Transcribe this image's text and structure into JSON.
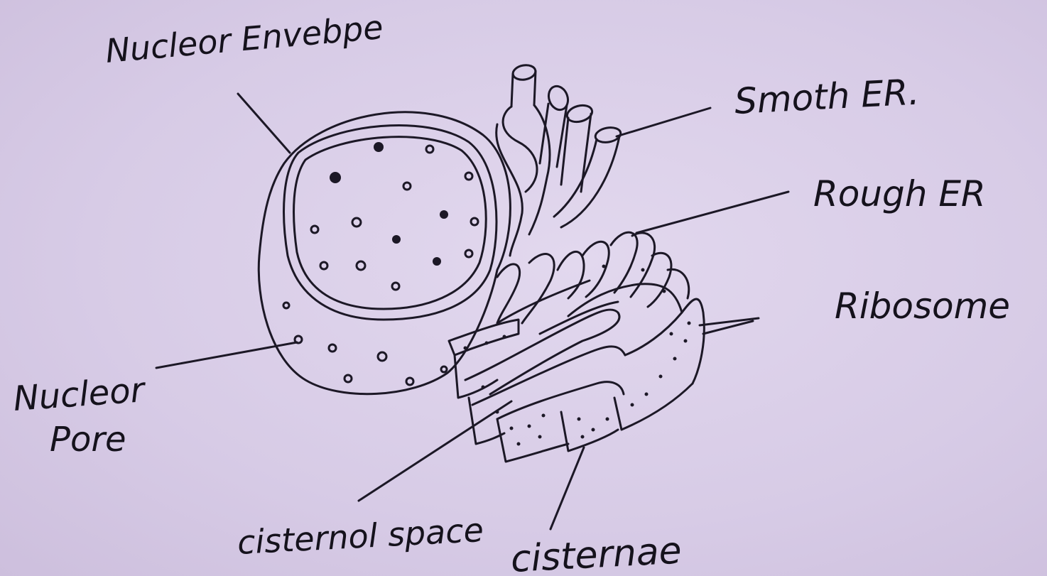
{
  "diagram": {
    "labels": {
      "nuclear_envelope": "Nucleor Envebpe",
      "smooth_er": "Smoth ER.",
      "rough_er": "Rough ER",
      "ribosome": "Ribosome",
      "nuclear_pore_1": "Nucleor",
      "nuclear_pore_2": "Pore",
      "cisternal_space": "cisternol space",
      "cisternae": "cisternae"
    },
    "colors": {
      "paper": "#d9cde6",
      "ink": "#1c1826"
    }
  }
}
